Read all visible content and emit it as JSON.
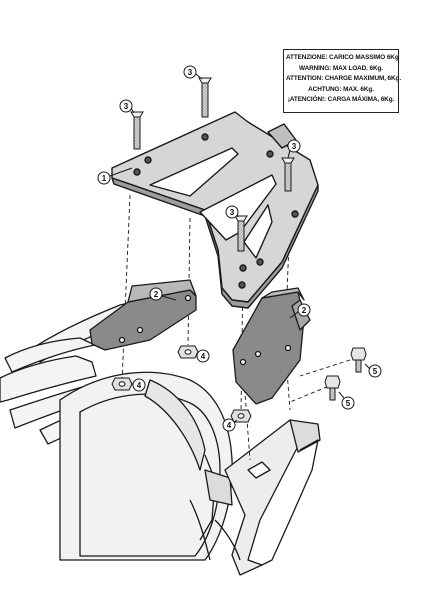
{
  "warning": {
    "lines": [
      "ATTENZIONE: CARICO MASSIMO 6Kg",
      "WARNING: MAX LOAD. 6Kg.",
      "ATTENTION: CHARGE MAXIMUM, 6Kg.",
      "ACHTUNG: MAX. 6Kg.",
      "¡ATENCIÓN!: CARGA MÁXIMA, 6Kg."
    ]
  },
  "callouts": {
    "plate": "1",
    "bracket_left": "2",
    "bracket_right": "2",
    "screw_a": "3",
    "screw_b": "3",
    "screw_c": "3",
    "screw_d": "3",
    "nut_a": "4",
    "nut_b": "4",
    "nut_c": "4",
    "bolt_a": "5",
    "bolt_b": "5"
  },
  "colors": {
    "line": "#1a1a1a",
    "bracket_fill": "#8a8a8a",
    "plate_fill": "#d8d8d8",
    "bike_fill": "#f2f2f2"
  }
}
